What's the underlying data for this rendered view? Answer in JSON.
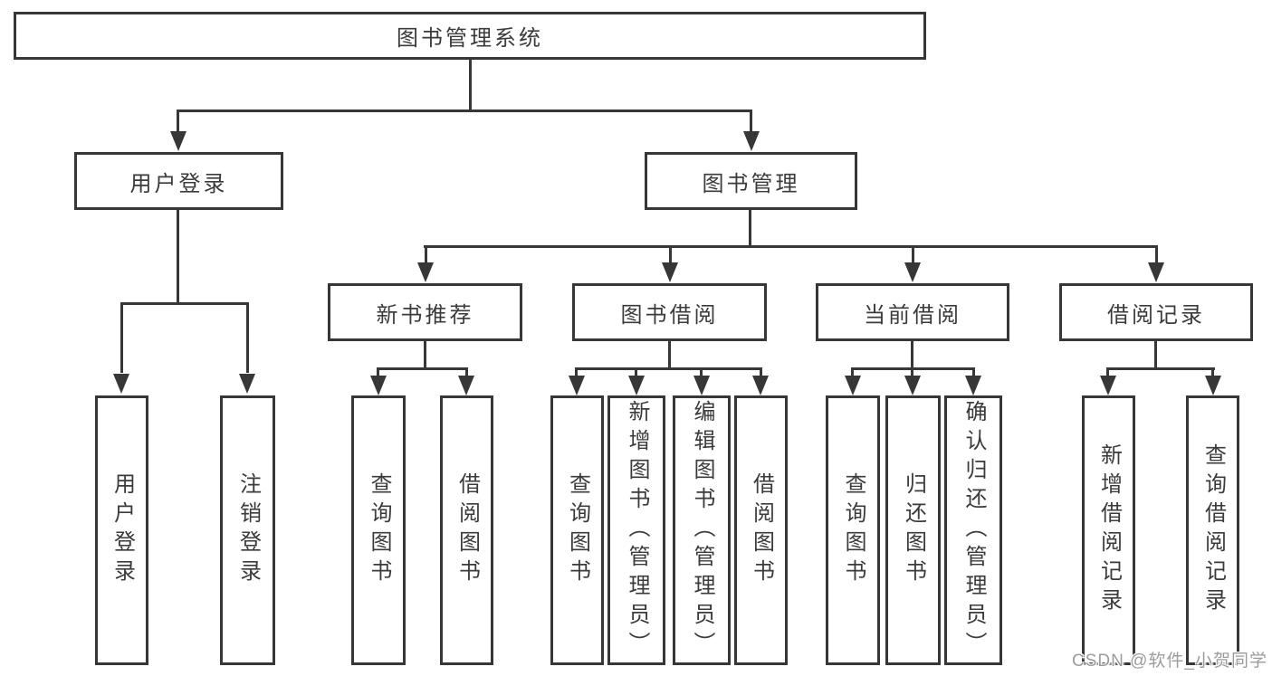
{
  "colors": {
    "line": "#373737",
    "text": "#3b3b3b",
    "background": "#ffffff",
    "watermark_text": "#9c9c9c"
  },
  "watermark": "CSDN @软件_小贺同学",
  "tree": {
    "label": "图书管理系统",
    "children": [
      {
        "label": "用户登录",
        "children": [
          {
            "label": "用户登录"
          },
          {
            "label": "注销登录"
          }
        ]
      },
      {
        "label": "图书管理",
        "children": [
          {
            "label": "新书推荐",
            "children": [
              {
                "label": "查询图书"
              },
              {
                "label": "借阅图书"
              }
            ]
          },
          {
            "label": "图书借阅",
            "children": [
              {
                "label": "查询图书"
              },
              {
                "label": "新增图书（管理员）"
              },
              {
                "label": "编辑图书（管理员）"
              },
              {
                "label": "借阅图书"
              }
            ]
          },
          {
            "label": "当前借阅",
            "children": [
              {
                "label": "查询图书"
              },
              {
                "label": "归还图书"
              },
              {
                "label": "确认归还（管理员）"
              }
            ]
          },
          {
            "label": "借阅记录",
            "children": [
              {
                "label": "新增借阅记录"
              },
              {
                "label": "查询借阅记录"
              }
            ]
          }
        ]
      }
    ]
  }
}
